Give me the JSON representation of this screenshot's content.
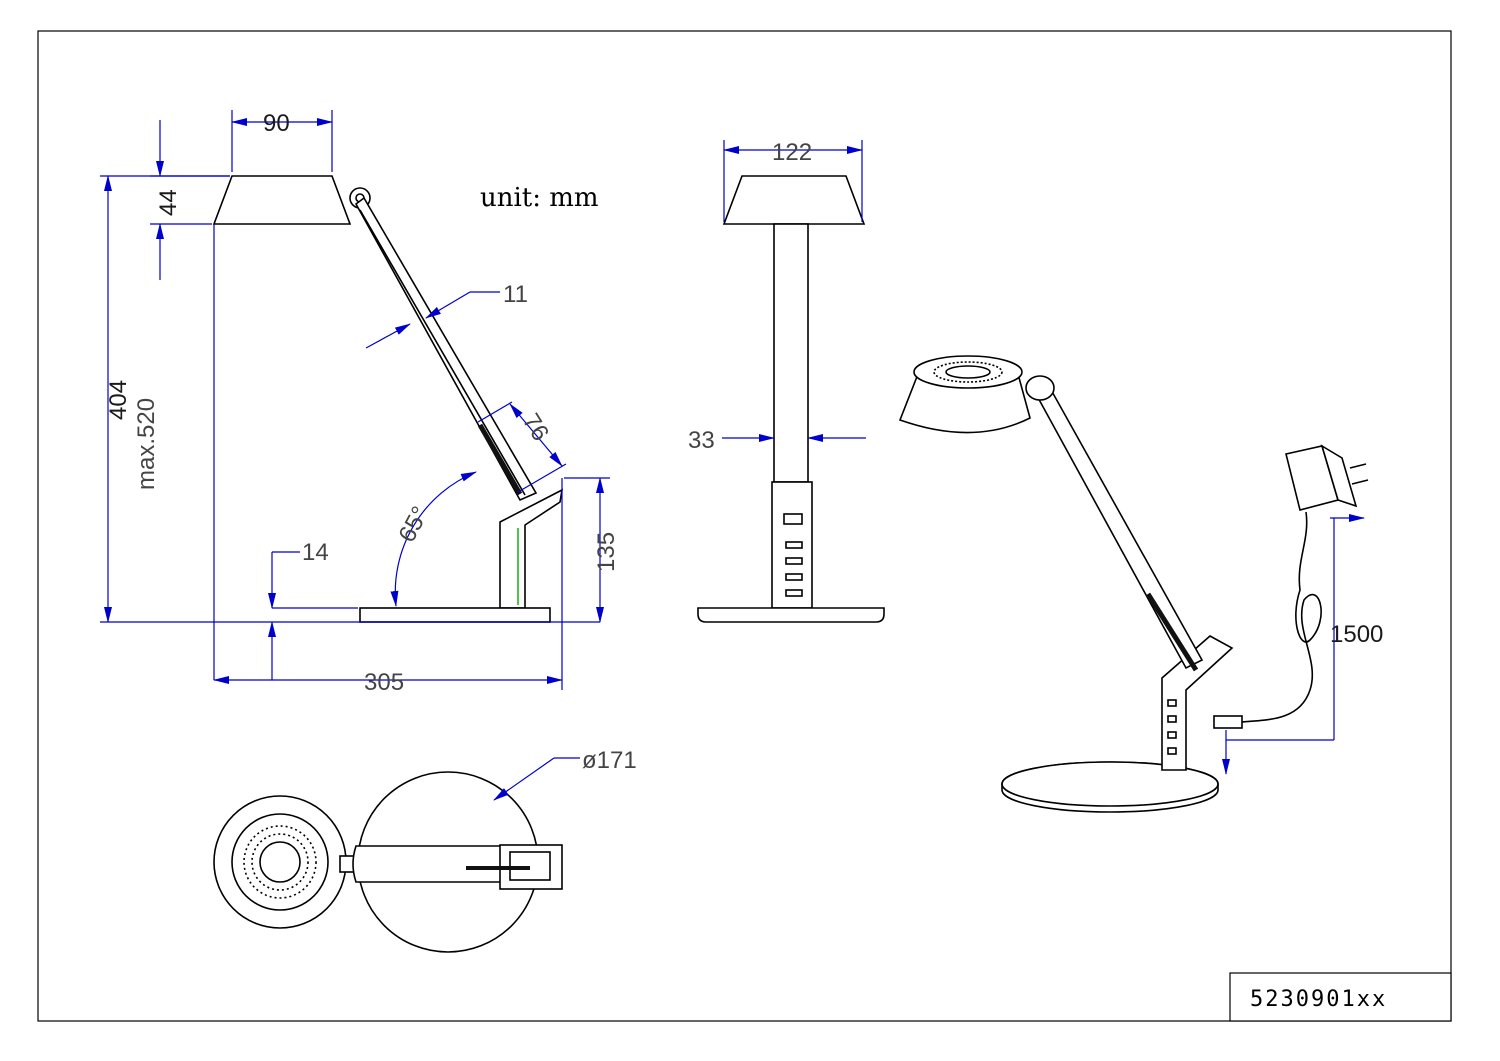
{
  "drawing": {
    "unit_label": "unit: mm",
    "product_code": "5230901xx",
    "dimensions": {
      "shade_width": "90",
      "shade_height": "44",
      "total_height": "404",
      "max_height": "max.520",
      "arm_width": "11",
      "arm_slot": "76",
      "tilt_angle": "65°",
      "base_thickness": "14",
      "stand_height": "135",
      "total_depth": "305",
      "front_shade_width": "122",
      "column_width": "33",
      "base_diameter": "ø171",
      "cable_length": "1500"
    }
  },
  "colors": {
    "outline": "#000000",
    "dimension": "#0000cc",
    "accent": "#00aa00"
  }
}
